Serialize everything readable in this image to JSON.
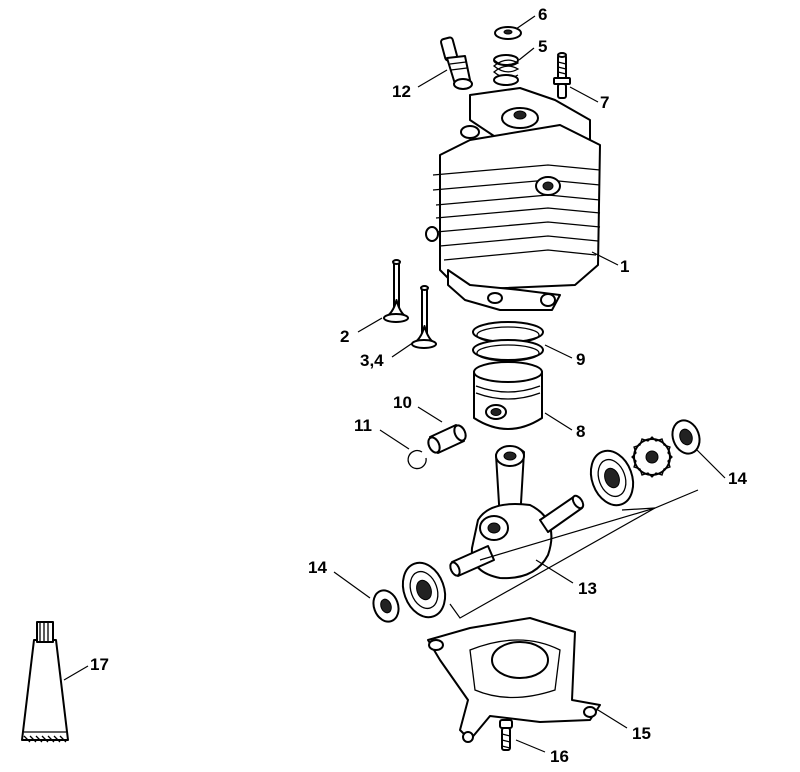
{
  "callouts": {
    "c1": "1",
    "c2": "2",
    "c34": "3,4",
    "c5": "5",
    "c6": "6",
    "c7": "7",
    "c8": "8",
    "c9": "9",
    "c10": "10",
    "c11": "11",
    "c12": "12",
    "c13": "13",
    "c14a": "14",
    "c14b": "14",
    "c15": "15",
    "c16": "16",
    "c17": "17"
  }
}
